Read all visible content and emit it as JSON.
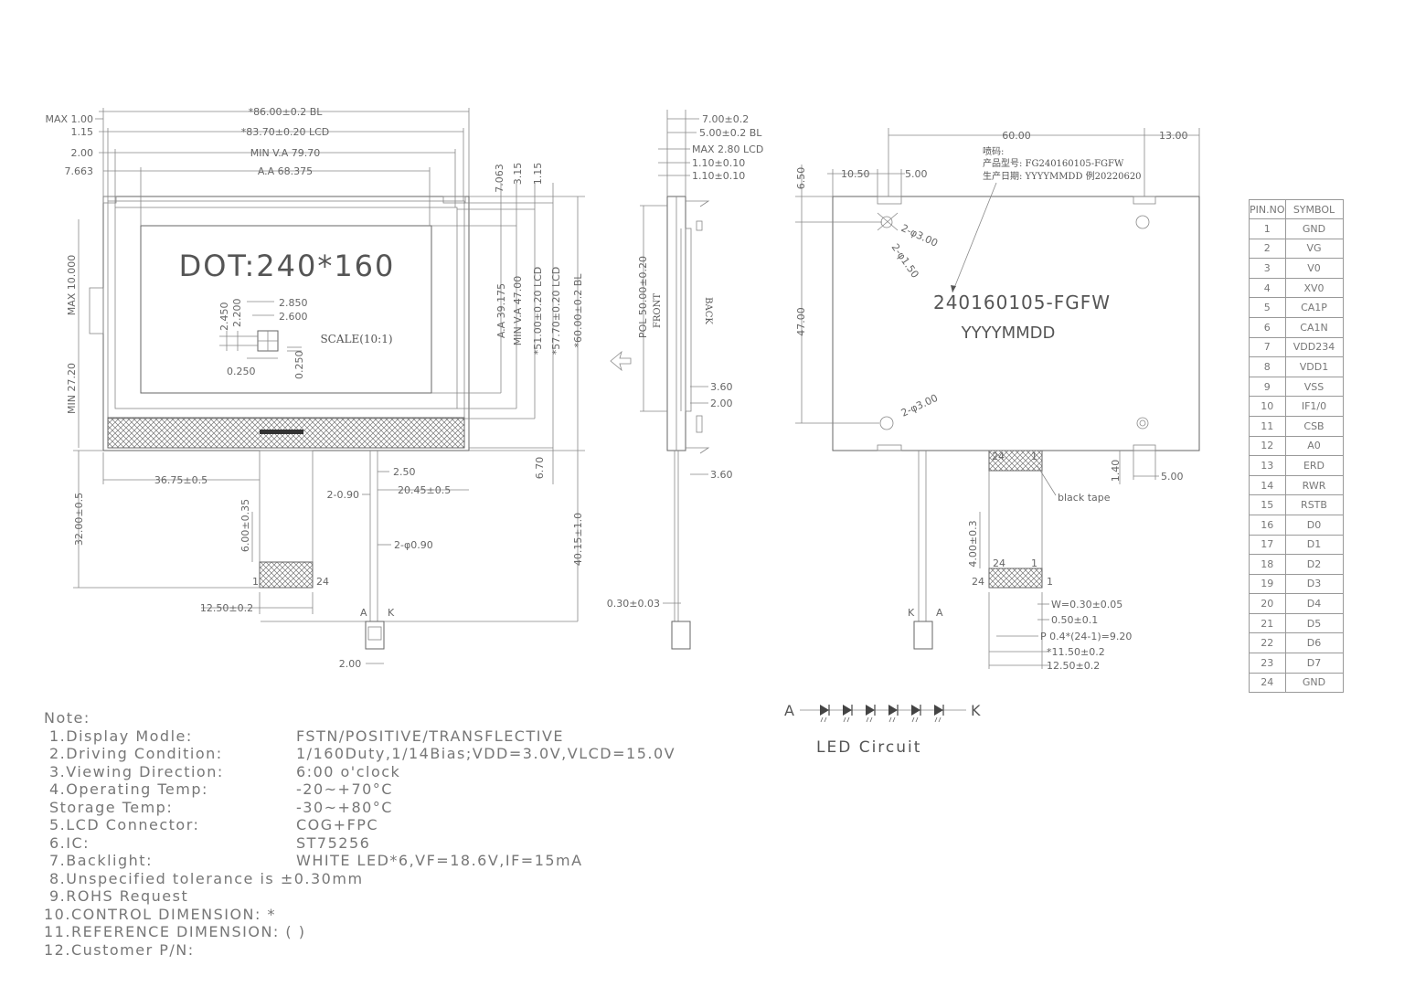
{
  "front_view": {
    "dims_top": [
      "*86.00±0.2  BL",
      "*83.70±0.20  LCD",
      "MIN  V.A  79.70",
      "A.A  68.375"
    ],
    "dims_left": [
      "MAX  1.00",
      "1.15",
      "2.00",
      "7.663"
    ],
    "dot_label": "DOT:240*160",
    "scale_label": "SCALE(10:1)",
    "pixel_dims": [
      "2.850",
      "2.600",
      "2.450",
      "2.200",
      "0.250",
      "0.250"
    ],
    "dims_left_vertical": [
      "MAX  10.000",
      "MIN  27.20"
    ],
    "dims_right_vertical": [
      "7.063",
      "3.15",
      "1.15",
      "A.A  39.175",
      "MIN  V.A  47.00",
      "*51.00±0.20  LCD",
      "*57.70±0.20  LCD",
      "*60.00±0.2  BL",
      "6.70",
      "40.15±1.0"
    ],
    "dims_bottom": [
      "36.75±0.5",
      "2.50",
      "2-0.90",
      "20.45±0.5",
      "2-φ0.90",
      "32.00±0.5",
      "6.00±0.35",
      "12.50±0.2",
      "2.00"
    ],
    "fpc_pins": [
      "1",
      "24"
    ],
    "led_pins": [
      "A",
      "K"
    ]
  },
  "side_view": {
    "dims": [
      "7.00±0.2",
      "5.00±0.2  BL",
      "MAX  2.80  LCD",
      "1.10±0.10",
      "1.10±0.10",
      "3.60",
      "2.00",
      "3.60",
      "0.30±0.03"
    ],
    "pol_label": "POL  50.00±0.20",
    "front_label": "FRONT",
    "back_label": "BACK"
  },
  "back_view": {
    "dims_top": [
      "60.00",
      "13.00",
      "10.50",
      "5.00"
    ],
    "dims_left": [
      "6.50",
      "47.00"
    ],
    "holes": [
      "2-φ3.00",
      "2-φ1.50",
      "2-φ3.00"
    ],
    "print_note": [
      "喷码:",
      "产品型号: FG240160105-FGFW",
      "生产日期: YYYYMMDD  例20220620"
    ],
    "model_text": "240160105-FGFW",
    "date_text": "YYYYMMDD",
    "black_tape": "black  tape",
    "dims_bottom": [
      "1.40",
      "5.00",
      "4.00±0.3",
      "W=0.30±0.05",
      "0.50±0.1",
      "P  0.4*(24-1)=9.20",
      "*11.50±0.2",
      "12.50±0.2"
    ],
    "fpc_pins": [
      "24",
      "1",
      "24",
      "1",
      "24",
      "1"
    ],
    "led_pins": [
      "K",
      "A"
    ]
  },
  "led_circuit": {
    "anode": "A",
    "cathode": "K",
    "led_count": 6,
    "title": "LED  Circuit"
  },
  "pin_table": {
    "headers": [
      "PIN.NO",
      "SYMBOL"
    ],
    "rows": [
      [
        "1",
        "GND"
      ],
      [
        "2",
        "VG"
      ],
      [
        "3",
        "V0"
      ],
      [
        "4",
        "XV0"
      ],
      [
        "5",
        "CA1P"
      ],
      [
        "6",
        "CA1N"
      ],
      [
        "7",
        "VDD234"
      ],
      [
        "8",
        "VDD1"
      ],
      [
        "9",
        "VSS"
      ],
      [
        "10",
        "IF1/0"
      ],
      [
        "11",
        "CSB"
      ],
      [
        "12",
        "A0"
      ],
      [
        "13",
        "ERD"
      ],
      [
        "14",
        "RWR"
      ],
      [
        "15",
        "RSTB"
      ],
      [
        "16",
        "D0"
      ],
      [
        "17",
        "D1"
      ],
      [
        "18",
        "D2"
      ],
      [
        "19",
        "D3"
      ],
      [
        "20",
        "D4"
      ],
      [
        "21",
        "D5"
      ],
      [
        "22",
        "D6"
      ],
      [
        "23",
        "D7"
      ],
      [
        "24",
        "GND"
      ]
    ]
  },
  "notes": {
    "title": "Note:",
    "items": [
      {
        "label": "1.Display  Modle:",
        "value": "FSTN/POSITIVE/TRANSFLECTIVE"
      },
      {
        "label": "2.Driving  Condition:",
        "value": "1/160Duty,1/14Bias;VDD=3.0V,VLCD=15.0V"
      },
      {
        "label": "3.Viewing  Direction:",
        "value": "6:00  o'clock"
      },
      {
        "label": "4.Operating  Temp:",
        "value": "-20~+70°C"
      },
      {
        "label": "  Storage  Temp:",
        "value": "-30~+80°C"
      },
      {
        "label": "5.LCD  Connector:",
        "value": "COG+FPC"
      },
      {
        "label": "6.IC:",
        "value": "ST75256"
      },
      {
        "label": "7.Backlight:",
        "value": "WHITE  LED*6,VF=18.6V,IF=15mA"
      }
    ],
    "extra": [
      "8.Unspecified  tolerance  is  ±0.30mm",
      "9.ROHS  Request",
      "10.CONTROL  DIMENSION:   *",
      "11.REFERENCE  DIMENSION: ( )",
      "12.Customer  P/N:"
    ]
  }
}
